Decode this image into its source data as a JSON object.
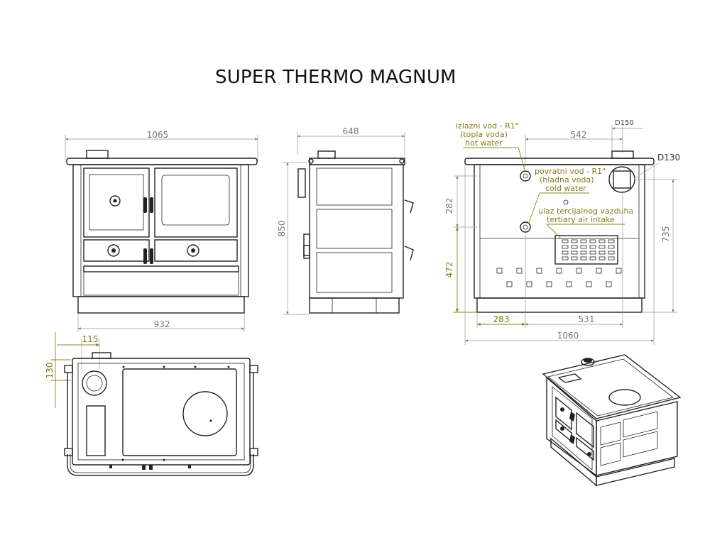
{
  "title": "SUPER THERMO MAGNUM",
  "dimensions": {
    "front_width": "1065",
    "front_base_width": "932",
    "side_depth": "648",
    "side_height": "850",
    "rear_top_offset": "542",
    "rear_flue_label": "D150",
    "rear_flue_round": "D130",
    "rear_height_282": "282",
    "rear_height_735": "735",
    "rear_height_472": "472",
    "rear_width_283": "283",
    "rear_width_531": "531",
    "rear_width_1060": "1060",
    "top_offset_115": "115",
    "top_offset_130": "130"
  },
  "labels": {
    "outlet_line1": "izlazni vod  - R1\"",
    "outlet_line2": "(topla voda)",
    "outlet_line3": "hot water",
    "return_line1": "povratni vod - R1\"",
    "return_line2": "(hladna voda)",
    "return_line3": "cold water",
    "air_line1": "ulaz tercijalnog vazduha",
    "air_line2": "tertiary air intake"
  }
}
